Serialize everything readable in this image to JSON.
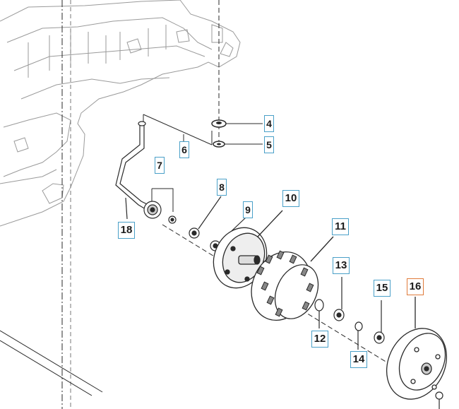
{
  "colors": {
    "callout_border": "#4aa0c8",
    "callout_highlight_border": "#e07b3a",
    "line": "#2a2a2a",
    "ghost_line": "#9a9a9a"
  },
  "parts": [
    {
      "id": "p4",
      "label": "4"
    },
    {
      "id": "p5",
      "label": "5"
    },
    {
      "id": "p6",
      "label": "6"
    },
    {
      "id": "p7",
      "label": "7"
    },
    {
      "id": "p8",
      "label": "8"
    },
    {
      "id": "p9",
      "label": "9"
    },
    {
      "id": "p10",
      "label": "10"
    },
    {
      "id": "p11",
      "label": "11"
    },
    {
      "id": "p12",
      "label": "12"
    },
    {
      "id": "p13",
      "label": "13"
    },
    {
      "id": "p14",
      "label": "14"
    },
    {
      "id": "p15",
      "label": "15"
    },
    {
      "id": "p16",
      "label": "16",
      "highlighted": true
    },
    {
      "id": "p18",
      "label": "18"
    }
  ]
}
